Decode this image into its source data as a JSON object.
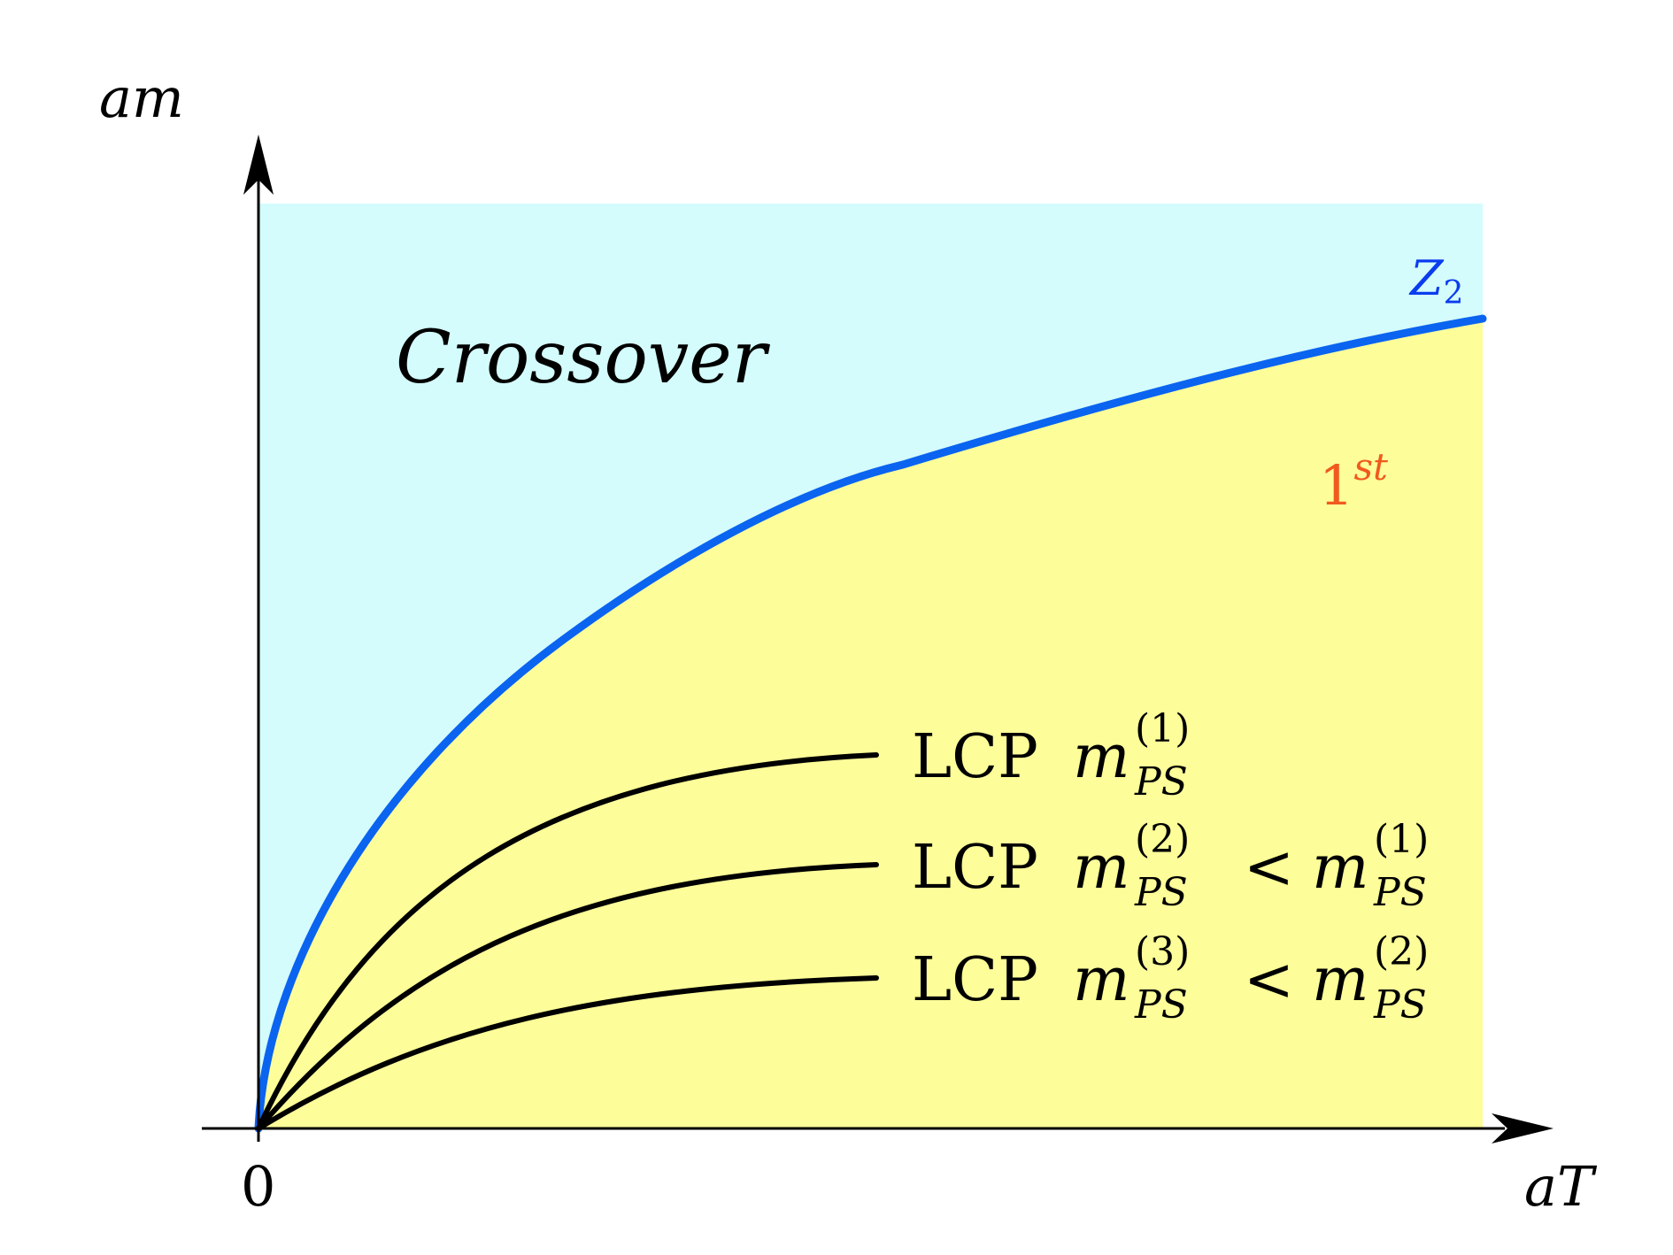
{
  "diagram": {
    "axes": {
      "y_label": "am",
      "x_label": "aT",
      "origin_label": "0"
    },
    "regions": {
      "crossover": {
        "label": "Crossover",
        "color": "#d4fcfc"
      },
      "first_order": {
        "label_base": "1",
        "label_sup": "st",
        "color": "#fdfd99",
        "label_color": "#f05a1e"
      }
    },
    "boundary": {
      "label_base": "Z",
      "label_sub": "2",
      "color": "#0a64f0"
    },
    "lcp_curves": [
      {
        "prefix": "LCP",
        "m": "m",
        "sup": "(1)",
        "sub": "PS",
        "lt": "",
        "m2": "",
        "sup2": "",
        "sub2": ""
      },
      {
        "prefix": "LCP",
        "m": "m",
        "sup": "(2)",
        "sub": "PS",
        "lt": "<",
        "m2": "m",
        "sup2": "(1)",
        "sub2": "PS"
      },
      {
        "prefix": "LCP",
        "m": "m",
        "sup": "(3)",
        "sub": "PS",
        "lt": "<",
        "m2": "m",
        "sup2": "(2)",
        "sub2": "PS"
      }
    ],
    "curve_color": "#000000"
  }
}
